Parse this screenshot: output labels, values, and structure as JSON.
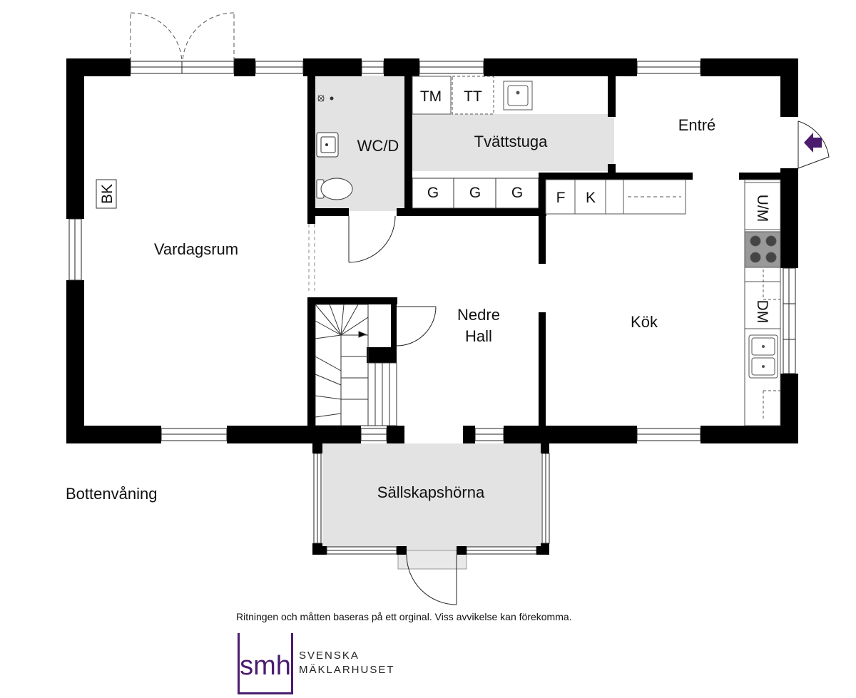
{
  "floor_name": "Bottenvåning",
  "disclaimer": "Ritningen och måtten baseras på ett orginal. Viss avvikelse kan förekomma.",
  "rooms": {
    "vardagsrum": "Vardagsrum",
    "wcd": "WC/D",
    "tvattstuga": "Tvättstuga",
    "entre": "Entré",
    "nedre_hall_line1": "Nedre",
    "nedre_hall_line2": "Hall",
    "kok": "Kök",
    "sallskapshorna": "Sällskapshörna"
  },
  "fixtures": {
    "bk": "BK",
    "tm": "TM",
    "tt": "TT",
    "g1": "G",
    "g2": "G",
    "g3": "G",
    "f": "F",
    "k": "K",
    "um": "U/M",
    "dm": "DM"
  },
  "logo": {
    "mark": "smh",
    "line1": "SVENSKA",
    "line2": "MÄKLARHUSET"
  },
  "colors": {
    "wall": "#000000",
    "wet_room_floor": "#e3e3e3",
    "brand_purple": "#4b1c6e",
    "entrance_arrow": "#4b1c6e"
  }
}
